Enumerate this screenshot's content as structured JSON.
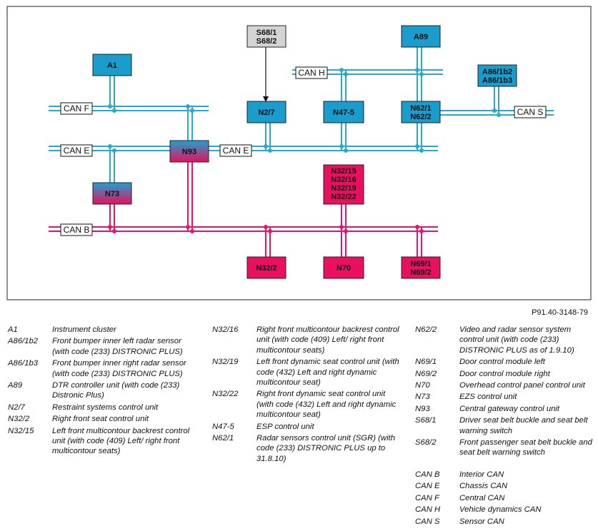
{
  "diagram": {
    "ref_code": "P91.40-3148-79",
    "bus_labels": {
      "can_f": "CAN F",
      "can_e_left": "CAN E",
      "can_e_right": "CAN E",
      "can_b": "CAN B",
      "can_h": "CAN H",
      "can_s": "CAN S"
    },
    "nodes": {
      "a1": "A1",
      "a89": "A89",
      "s68": [
        "S68/1",
        "S68/2"
      ],
      "a86": [
        "A86/1b2",
        "A86/1b3"
      ],
      "n2_7": "N2/7",
      "n47_5": "N47-5",
      "n62": [
        "N62/1",
        "N62/2"
      ],
      "n93": "N93",
      "n73": "N73",
      "n32_group": [
        "N32/15",
        "N32/16",
        "N32/19",
        "N32/22"
      ],
      "n32_2": "N32/2",
      "n70": "N70",
      "n69": [
        "N69/1",
        "N69/2"
      ]
    },
    "colors": {
      "can_blue": "#2aa9c9",
      "can_pink": "#e6146e",
      "box_blue": "#1a9ccc",
      "box_pink": "#e8105f",
      "box_gray": "#d4d4d4"
    }
  },
  "legend": {
    "col1": [
      {
        "code": "A1",
        "desc": "Instrument cluster"
      },
      {
        "code": "A86/1b2",
        "desc": "Front bumper inner left radar sensor (with code (233) DISTRONIC PLUS)"
      },
      {
        "code": "A86/1b3",
        "desc": "Front bumper inner right radar sensor (with code (233) DISTRONIC PLUS)"
      },
      {
        "code": "A89",
        "desc": "DTR controller unit (with code (233) Distronic Plus)"
      },
      {
        "code": "N2/7",
        "desc": "Restraint systems control unit"
      },
      {
        "code": "N32/2",
        "desc": "Right front seat control unit"
      },
      {
        "code": "N32/15",
        "desc": "Left front multicontour backrest control unit (with code (409) Left/ right front multicontour seats)"
      }
    ],
    "col2": [
      {
        "code": "N32/16",
        "desc": "Right front multicontour backrest control unit (with code (409) Left/ right front multicontour seats)"
      },
      {
        "code": "N32/19",
        "desc": "Left front dynamic seat control unit (with code (432) Left and right dynamic multicontour seat)"
      },
      {
        "code": "N32/22",
        "desc": "Right front dynamic seat control unit (with code (432) Left and right dynamic multicontour seat)"
      },
      {
        "code": "N47-5",
        "desc": "ESP control unit"
      },
      {
        "code": "N62/1",
        "desc": "Radar sensors control unit (SGR) (with code (233) DISTRONIC PLUS up to 31.8.10)"
      }
    ],
    "col3": [
      {
        "code": "N62/2",
        "desc": "Video and radar sensor system control unit (with code (233) DISTRONIC PLUS as of 1.9.10)"
      },
      {
        "code": "N69/1",
        "desc": "Door control module left"
      },
      {
        "code": "N69/2",
        "desc": "Door control module right"
      },
      {
        "code": "N70",
        "desc": "Overhead control panel control unit"
      },
      {
        "code": "N73",
        "desc": "EZS control unit"
      },
      {
        "code": "N93",
        "desc": "Central gateway control unit"
      },
      {
        "code": "S68/1",
        "desc": "Driver seat belt buckle and seat belt warning switch"
      },
      {
        "code": "S68/2",
        "desc": "Front passenger seat belt buckle and seat belt warning switch"
      },
      {
        "code": "",
        "desc": ""
      },
      {
        "code": "CAN B",
        "desc": "Interior CAN"
      },
      {
        "code": "CAN E",
        "desc": "Chassis CAN"
      },
      {
        "code": "CAN F",
        "desc": "Central CAN"
      },
      {
        "code": "CAN H",
        "desc": "Vehicle dynamics CAN"
      },
      {
        "code": "CAN S",
        "desc": "Sensor CAN"
      }
    ]
  }
}
